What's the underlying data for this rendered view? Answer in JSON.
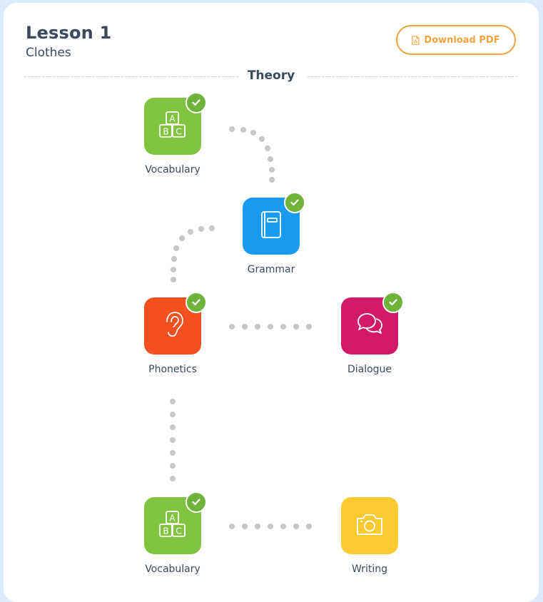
{
  "lesson": {
    "title": "Lesson 1",
    "subtitle": "Clothes"
  },
  "actions": {
    "download_label": "Download PDF"
  },
  "section": {
    "title": "Theory"
  },
  "colors": {
    "vocabulary": "#80c33f",
    "grammar": "#1a9bf0",
    "phonetics": "#f2511f",
    "dialogue": "#d01a68",
    "writing": "#fbc932",
    "check": "#6fb33a",
    "accent": "#f2a23e"
  },
  "activities": [
    {
      "label": "Vocabulary",
      "icon": "abc-blocks-icon",
      "completed": true
    },
    {
      "label": "Grammar",
      "icon": "book-icon",
      "completed": true
    },
    {
      "label": "Phonetics",
      "icon": "ear-icon",
      "completed": true
    },
    {
      "label": "Dialogue",
      "icon": "speech-bubbles-icon",
      "completed": true
    },
    {
      "label": "Vocabulary",
      "icon": "abc-blocks-icon",
      "completed": true
    },
    {
      "label": "Writing",
      "icon": "camera-icon",
      "completed": false
    }
  ]
}
